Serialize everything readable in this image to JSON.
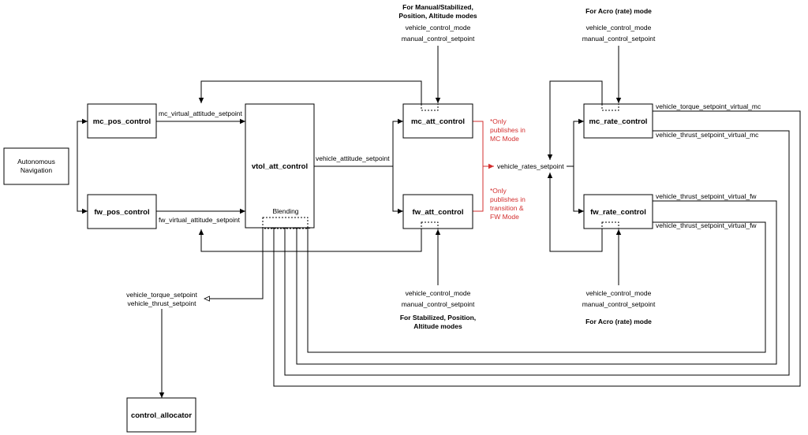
{
  "blocks": {
    "autonomous_navigation": [
      "Autonomous",
      "Navigation"
    ],
    "mc_pos_control": "mc_pos_control",
    "fw_pos_control": "fw_pos_control",
    "vtol_att_control": "vtol_att_control",
    "blending": "Blending",
    "mc_att_control": "mc_att_control",
    "fw_att_control": "fw_att_control",
    "mc_rate_control": "mc_rate_control",
    "fw_rate_control": "fw_rate_control",
    "control_allocator": "control_allocator"
  },
  "topics": {
    "mc_virtual_attitude_setpoint": "mc_virtual_attitude_setpoint",
    "fw_virtual_attitude_setpoint": "fw_virtual_attitude_setpoint",
    "vehicle_attitude_setpoint": "vehicle_attitude_setpoint",
    "vehicle_rates_setpoint": "vehicle_rates_setpoint",
    "vehicle_torque_setpoint_virtual_mc": "vehicle_torque_setpoint_virtual_mc",
    "vehicle_thrust_setpoint_virtual_mc": "vehicle_thrust_setpoint_virtual_mc",
    "vehicle_thrust_setpoint_virtual_fw_1": "vehicle_thrust_setpoint_virtual_fw",
    "vehicle_thrust_setpoint_virtual_fw_2": "vehicle_thrust_setpoint_virtual_fw",
    "vehicle_torque_setpoint": "vehicle_torque_setpoint",
    "vehicle_thrust_setpoint": "vehicle_thrust_setpoint"
  },
  "inputs": {
    "att_top": {
      "header": [
        "For Manual/Stabilized,",
        "Position, Altitude modes"
      ],
      "line1": "vehicle_control_mode",
      "line2": "manual_control_setpoint"
    },
    "rate_top": {
      "header": "For Acro (rate) mode",
      "line1": "vehicle_control_mode",
      "line2": "manual_control_setpoint"
    },
    "att_bottom": {
      "line1": "vehicle_control_mode",
      "line2": "manual_control_setpoint",
      "footer": [
        "For Stabilized, Position,",
        "Altitude modes"
      ]
    },
    "rate_bottom": {
      "line1": "vehicle_control_mode",
      "line2": "manual_control_setpoint",
      "footer": "For Acro (rate) mode"
    }
  },
  "notes": {
    "mc": [
      "*Only",
      "publishes in",
      "MC Mode"
    ],
    "fw": [
      "*Only",
      "publishes in",
      "transition &",
      "FW Mode"
    ],
    "color": "#d32f2f"
  }
}
